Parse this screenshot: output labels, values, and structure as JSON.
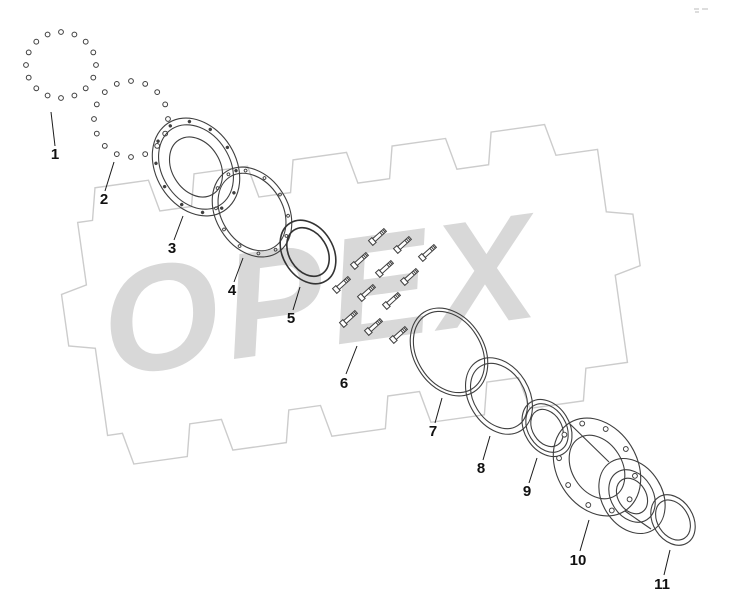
{
  "diagram": {
    "watermark_text": "OPEX",
    "callouts": [
      {
        "label": "1"
      },
      {
        "label": "2"
      },
      {
        "label": "3"
      },
      {
        "label": "4"
      },
      {
        "label": "5"
      },
      {
        "label": "6"
      },
      {
        "label": "7"
      },
      {
        "label": "8"
      },
      {
        "label": "9"
      },
      {
        "label": "10"
      },
      {
        "label": "11"
      }
    ]
  },
  "colors": {
    "background": "#ffffff",
    "line": "#3f3f3f",
    "label": "#111111",
    "watermark_text": "#d8d8d8",
    "watermark_gear": "#cccccc"
  }
}
